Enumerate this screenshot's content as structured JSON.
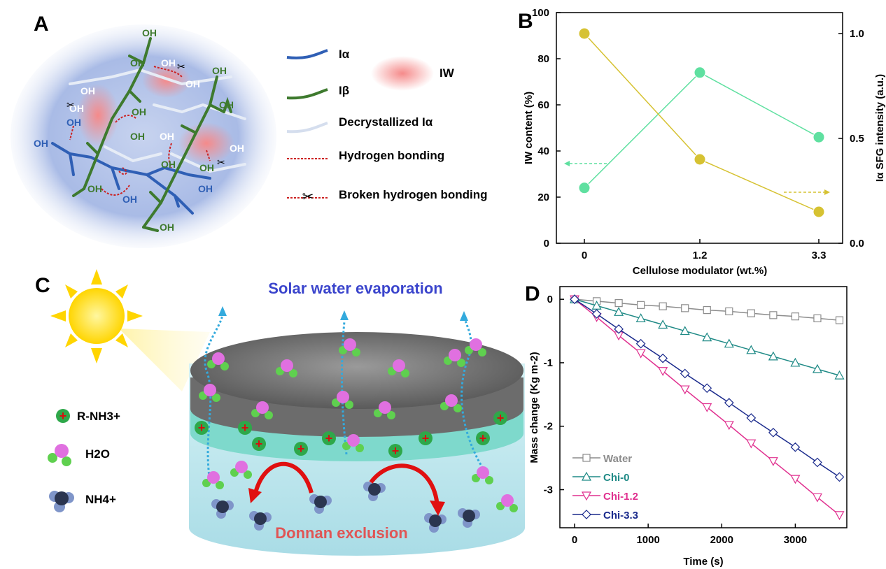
{
  "panels": {
    "A": {
      "letter": "A",
      "oh": "OH",
      "legend": {
        "i_alpha": "Iα",
        "i_beta": "Iβ",
        "decryst": "Decrystallized Iα",
        "hbond": "Hydrogen bonding",
        "broken": "Broken hydrogen bonding",
        "iw": "IW"
      },
      "colors": {
        "i_alpha": "#2f5fb5",
        "i_beta": "#3e7a2e",
        "decryst": "#dfe6f2",
        "hbond": "#cc2222",
        "iw": "#f58a8a"
      }
    },
    "B": {
      "letter": "B"
    },
    "C": {
      "letter": "C",
      "title": "Solar water evaporation",
      "bottom": "Donnan exclusion",
      "legend": {
        "amine": "R-NH3+",
        "water": "H2O",
        "ammonium": "NH4+"
      }
    },
    "D": {
      "letter": "D"
    }
  },
  "chart_data": [
    {
      "type": "line",
      "panel": "B",
      "categories": [
        "0",
        "1.2",
        "3.3"
      ],
      "xlabel": "Cellulose modulator (wt.%)",
      "ylabel": "IW content (%)",
      "y2label": "Iα SFG intensity  (a.u.)",
      "ylim": [
        0,
        100
      ],
      "y2lim": [
        0,
        1.1
      ],
      "yticks": [
        "0",
        "20",
        "40",
        "60",
        "80",
        "100"
      ],
      "y2ticks": [
        "0.0",
        "0.5",
        "1.0"
      ],
      "series": [
        {
          "axis": "left",
          "color": "#5fe0a0",
          "values": [
            24,
            74,
            46
          ]
        },
        {
          "axis": "right",
          "color": "#d6c232",
          "values": [
            1.0,
            0.4,
            0.15
          ]
        }
      ]
    },
    {
      "type": "line",
      "panel": "D",
      "xlabel": "Time (s)",
      "ylabel": "Mass change (Kg m-2)",
      "xlim": [
        -200,
        3700
      ],
      "ylim": [
        -3.6,
        0.2
      ],
      "xticks": [
        "0",
        "1000",
        "2000",
        "3000"
      ],
      "yticks": [
        "0",
        "-1",
        "-2",
        "-3"
      ],
      "x": [
        0,
        300,
        600,
        900,
        1200,
        1500,
        1800,
        2100,
        2400,
        2700,
        3000,
        3300,
        3600
      ],
      "series": [
        {
          "name": "Water",
          "color": "#8c8c8c",
          "marker": "square",
          "values": [
            0,
            -0.03,
            -0.06,
            -0.09,
            -0.11,
            -0.14,
            -0.17,
            -0.19,
            -0.22,
            -0.25,
            -0.27,
            -0.3,
            -0.33
          ]
        },
        {
          "name": "Chi-0",
          "color": "#1f8a86",
          "marker": "triangle-up",
          "values": [
            0,
            -0.1,
            -0.2,
            -0.3,
            -0.4,
            -0.5,
            -0.6,
            -0.7,
            -0.8,
            -0.9,
            -1.0,
            -1.1,
            -1.2
          ]
        },
        {
          "name": "Chi-1.2",
          "color": "#e0308f",
          "marker": "triangle-down",
          "values": [
            0,
            -0.28,
            -0.57,
            -0.85,
            -1.13,
            -1.42,
            -1.7,
            -1.98,
            -2.27,
            -2.55,
            -2.83,
            -3.12,
            -3.4
          ]
        },
        {
          "name": "Chi-3.3",
          "color": "#1a2a8c",
          "marker": "diamond",
          "values": [
            0,
            -0.23,
            -0.47,
            -0.7,
            -0.93,
            -1.17,
            -1.4,
            -1.63,
            -1.87,
            -2.1,
            -2.33,
            -2.57,
            -2.8
          ]
        }
      ]
    }
  ]
}
